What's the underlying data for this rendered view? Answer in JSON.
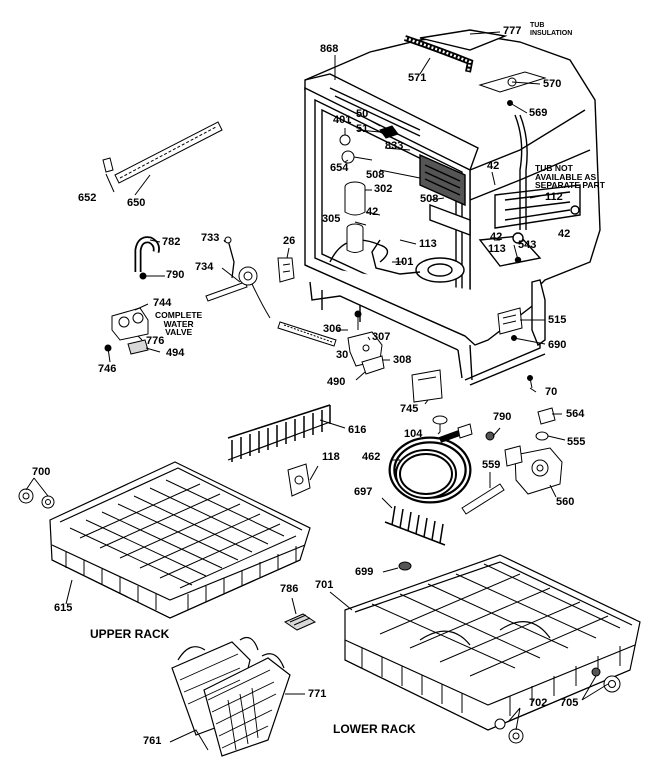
{
  "parts": {
    "p777": "777",
    "tub_insulation": "TUB\nINSULATION",
    "p868": "868",
    "p571": "571",
    "p570": "570",
    "p569": "569",
    "p401": "401",
    "p50": "50",
    "p51": "51",
    "p833": "833",
    "p654": "654",
    "p508a": "508",
    "p508b": "508",
    "p302": "302",
    "p42a": "42",
    "p42b": "42",
    "p42c": "42",
    "p42d": "42",
    "tub_note": "TUB NOT\nAVAILABLE AS\nSEPARATE PART",
    "p112": "112",
    "p305": "305",
    "p113a": "113",
    "p113b": "113",
    "p543": "543",
    "p26": "26",
    "p733": "733",
    "p782": "782",
    "p790a": "790",
    "p734": "734",
    "p101": "101",
    "p744": "744",
    "water_valve": "COMPLETE\nWATER\nVALVE",
    "p776": "776",
    "p494": "494",
    "p746": "746",
    "p306": "306",
    "p307": "307",
    "p30": "30",
    "p308": "308",
    "p490": "490",
    "p515": "515",
    "p690": "690",
    "p70": "70",
    "p652": "652",
    "p650": "650",
    "p745": "745",
    "p104": "104",
    "p790b": "790",
    "p564": "564",
    "p555": "555",
    "p616": "616",
    "p118": "118",
    "p462": "462",
    "p559": "559",
    "p560": "560",
    "p700": "700",
    "p697": "697",
    "p699": "699",
    "p615": "615",
    "upper_rack": "UPPER RACK",
    "p786": "786",
    "p701": "701",
    "p771": "771",
    "p702": "702",
    "p705": "705",
    "p761": "761",
    "lower_rack": "LOWER RACK"
  }
}
